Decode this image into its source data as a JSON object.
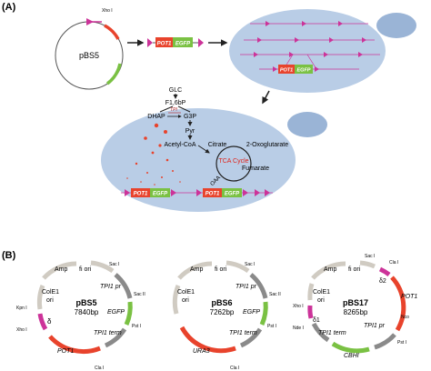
{
  "panel_a": {
    "label": "(A)",
    "plasmid": {
      "name": "pBS5",
      "site": "Xho I"
    },
    "cassette": {
      "gene": "POT1",
      "reporter": "EGFP",
      "marker": "δ"
    },
    "cell2": {
      "gene": "POT1",
      "reporter": "EGFP"
    },
    "metabolism": {
      "glc": "GLC",
      "f16bp": "F1,6bP",
      "tpi": "TPI",
      "dhap": "DHAP",
      "g3p": "G3P",
      "pyr": "Pyr",
      "acetyl_coa": "Acetyl-CoA",
      "citrate": "Citrate",
      "oxoglutarate": "2-Oxoglutarate",
      "tca": "TCA Cycle",
      "fumarate": "Fumarate",
      "oaa": "OAA"
    },
    "cell3_genes": [
      "POT1",
      "EGFP",
      "POT1",
      "EGFP"
    ]
  },
  "panel_b": {
    "label": "(B)",
    "plasmids": [
      {
        "name": "pBS5",
        "size": "7840bp",
        "labels": {
          "amp": "Amp",
          "fi_ori": "fi ori",
          "sac1": "Sac I",
          "tpi_pr": "TPI1 pr",
          "sac2": "Sac II",
          "egfp": "EGFP",
          "pst1": "Pst I",
          "tpi_term": "TPI1 term",
          "cla1": "Cla I",
          "pot1": "POT1",
          "xho1": "Xho I",
          "delta": "δ",
          "kpn1": "Kpn I",
          "cole1": "ColE1",
          "ori": "ori"
        }
      },
      {
        "name": "pBS6",
        "size": "7262bp",
        "labels": {
          "amp": "Amp",
          "fi_ori": "fi ori",
          "sac1": "Sac I",
          "tpi_pr": "TPI1 pr",
          "sac2": "Sac II",
          "egfp": "EGFP",
          "pst1": "Pst I",
          "tpi_term": "TPI1 term",
          "cla1": "Cla I",
          "ura3": "URA3",
          "cole1": "ColE1",
          "ori": "ori"
        }
      },
      {
        "name": "pBS17",
        "size": "8265bp",
        "labels": {
          "amp": "Amp",
          "fi_ori": "fi ori",
          "sac1": "Sac I",
          "tpi_pr": "TPI1 pr",
          "cla1": "Cla I",
          "delta2": "δ2",
          "pot1": "POT1",
          "nco": "Nco",
          "pst1": "Pst I",
          "tpi_term": "TPI1 term",
          "cbhi": "CBHI",
          "nde1": "Nde I",
          "delta1": "δ1",
          "xho1": "Xho I",
          "cole1": "ColE1",
          "ori": "ori"
        }
      }
    ]
  },
  "colors": {
    "cell": "#b9cde6",
    "cell_dark": "#9ab4d6",
    "pot1": "#e8432c",
    "egfp": "#7ac143",
    "delta": "#cc3399",
    "grey_dark": "#8a8a8a",
    "grey_light": "#d0cbc2",
    "tca": "#e0241b",
    "tpi": "#b21e1e",
    "dots": "#e8432c"
  }
}
